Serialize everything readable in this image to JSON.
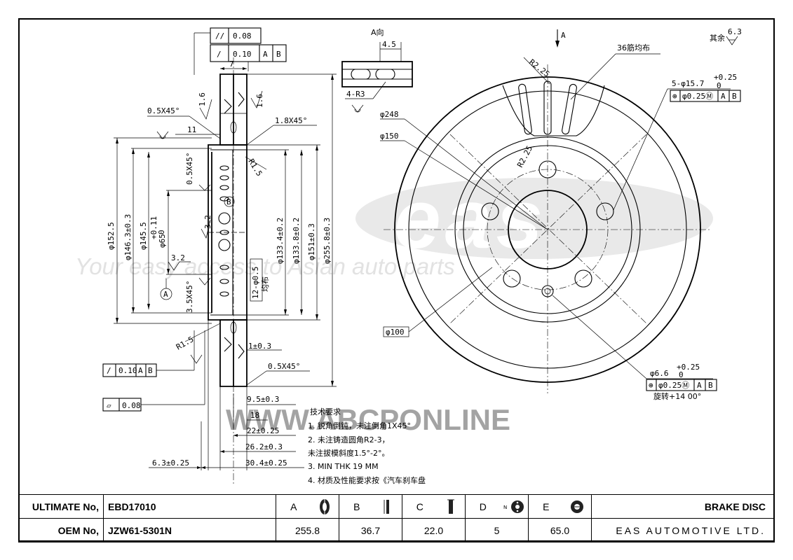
{
  "watermark": {
    "logo": "eas",
    "tagline": "Your easy access to Asian auto parts",
    "site": "WWW.ABCPONLINE"
  },
  "drawing": {
    "section_view": {
      "gdt_top": [
        {
          "symbol": "//",
          "tolerance": "0.08"
        },
        {
          "symbol": "/",
          "tolerance": "0.10",
          "datums": [
            "A",
            "B"
          ]
        }
      ],
      "dims": {
        "hat_width": "7",
        "chamfer_top": "0.5X45°",
        "chamfer_outer": "1.8X45°",
        "step": "11",
        "chamfer_inner": "0.5X45°",
        "radius_inner": "R1.5",
        "radius_lower": "R1.5",
        "d_152": "φ152.5",
        "d_146": "φ146.3±0.3",
        "d_145": "φ145.5",
        "d_65": "φ65",
        "d_65_tol": "+0.11",
        "d_65_tol2": "0",
        "d_133_4": "φ133.4±0.2",
        "d_133_8": "φ133.8±0.2",
        "d_151": "φ151±0.3",
        "d_255": "φ255.8±0.3",
        "bolt_holes": "12-φ0.5",
        "bolt_note": "均布",
        "roughness_1": "1.6",
        "roughness_2": "1.6",
        "roughness_3": "3.2",
        "roughness_4": "3.2",
        "chamfer_hub": "3.5X45°",
        "thickness": "1±0.3",
        "chamfer_bottom": "0.5X45°",
        "w_9_5": "9.5±0.3",
        "w_18": "18",
        "w_22": "22±0.25",
        "w_26_2": "26.2±0.3",
        "w_30_4": "30.4±0.25",
        "w_6_3": "6.3±0.25",
        "datum_a": "A",
        "datum_b": "B"
      },
      "gdt_bottom": [
        {
          "symbol": "/",
          "tolerance": "0.10",
          "datums": [
            "A",
            "B"
          ]
        },
        {
          "symbol": "▱",
          "tolerance": "0.08"
        }
      ]
    },
    "detail_view": {
      "title": "A向",
      "dim_4_5": "4.5",
      "radius": "4-R3"
    },
    "front_view": {
      "arrow_label": "A",
      "d_248": "φ248",
      "d_150": "φ150",
      "d_100": "φ100",
      "ribs": "36筋均布",
      "r_rib_top": "R2.25",
      "r_rib_inner": "R2.25",
      "holes_large": "5-φ15.7",
      "holes_large_tol": "+0.25",
      "holes_large_tol2": "0",
      "holes_large_fcf": {
        "tolerance": "φ0.25Ⓜ",
        "datums": [
          "A",
          "B"
        ]
      },
      "holes_small": "φ6.6",
      "holes_small_tol": "+0.25",
      "holes_small_tol2": "0",
      "holes_small_fcf": {
        "tolerance": "φ0.25Ⓜ",
        "datums": [
          "A",
          "B"
        ]
      },
      "holes_small_note": "旋转+14 00°",
      "roughness_rest": "其余",
      "roughness_rest_val": "6.3"
    },
    "notes": {
      "heading": "技术要求",
      "items": [
        "1. 锐角倒钝，未注倒角1X45°",
        "2. 未注铸造圆角R2-3，",
        "   未注拔模斜度1.5°-2°。",
        "3. MIN THK 19 MM",
        "4. 材质及性能要求按《汽车刹车盘"
      ]
    }
  },
  "title_block": {
    "ultimate_label": "ULTIMATE No,",
    "ultimate_value": "EBD17010",
    "oem_label": "OEM No,",
    "oem_value": "JZW61-5301N",
    "dims": [
      {
        "code": "A",
        "icon": "disc-diameter-icon",
        "value": "255.8"
      },
      {
        "code": "B",
        "icon": "disc-height-icon",
        "value": "36.7"
      },
      {
        "code": "C",
        "icon": "disc-thickness-icon",
        "value": "22.0"
      },
      {
        "code": "D",
        "icon": "bolt-holes-icon",
        "value": "5"
      },
      {
        "code": "E",
        "icon": "center-bore-icon",
        "value": "65.0"
      }
    ],
    "product_title": "BRAKE DISC",
    "company": "EAS AUTOMOTIVE LTD."
  }
}
